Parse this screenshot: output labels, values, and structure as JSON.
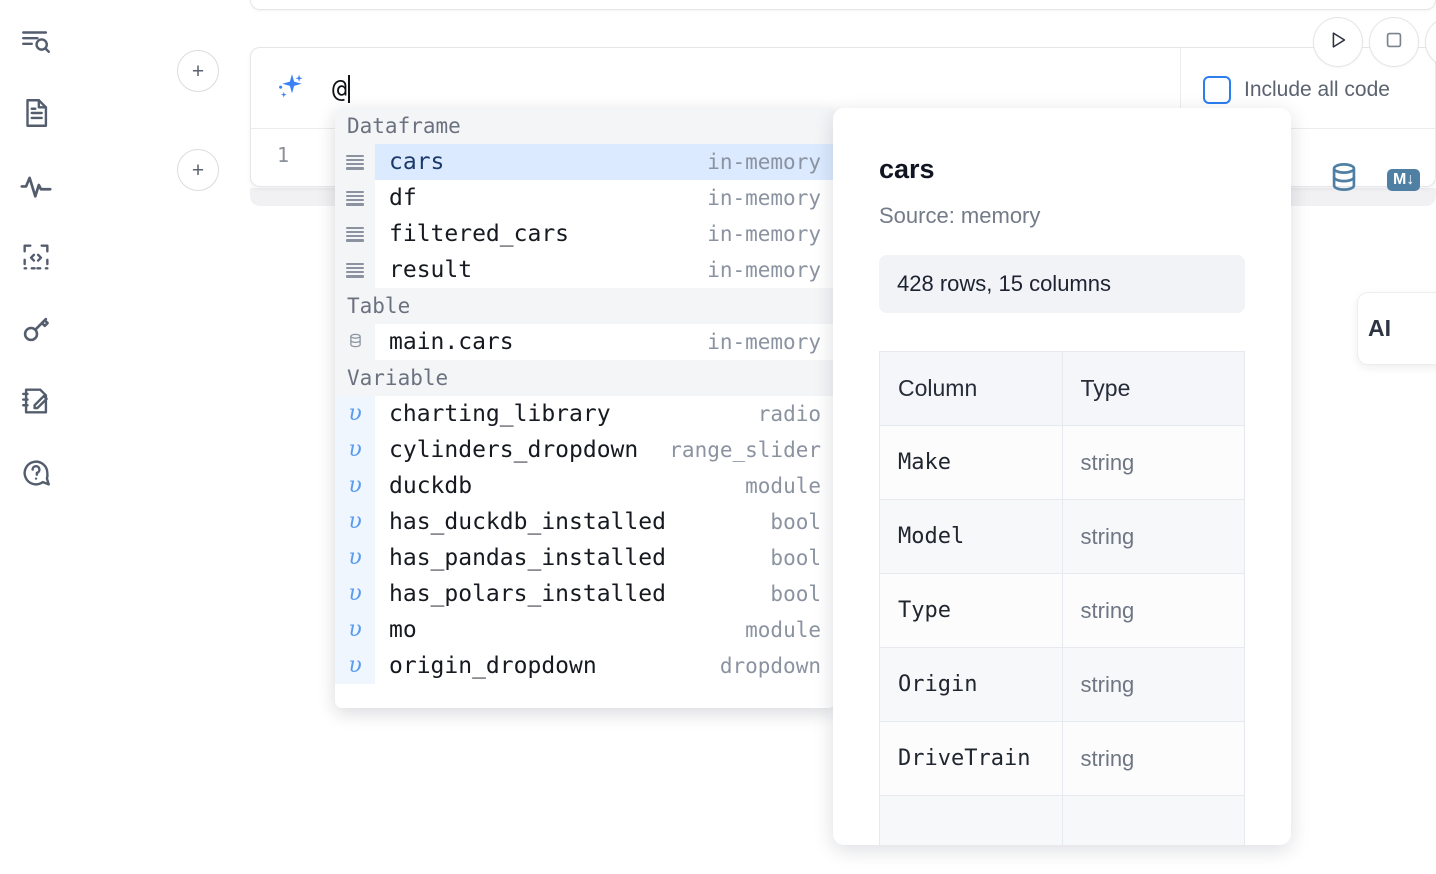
{
  "sidebar": {
    "items": [
      {
        "name": "search-outline-icon",
        "label": "Outline search"
      },
      {
        "name": "document-icon",
        "label": "Notebook file"
      },
      {
        "name": "activity-icon",
        "label": "Activity"
      },
      {
        "name": "code-snippet-icon",
        "label": "Snippets"
      },
      {
        "name": "key-icon",
        "label": "Secrets"
      },
      {
        "name": "scratchpad-icon",
        "label": "Scratchpad"
      },
      {
        "name": "help-chat-icon",
        "label": "Help"
      }
    ]
  },
  "toolbar": {
    "run_label": "Run",
    "stop_label": "Stop",
    "include_all_code_label": "Include all code",
    "include_all_code_checked": false
  },
  "ai_cell": {
    "input_value": "@",
    "line_number": "1",
    "sparkle_icon": "sparkle-icon",
    "tools": [
      {
        "name": "database-icon",
        "label": "SQL"
      },
      {
        "name": "markdown-icon",
        "label": "M↓"
      }
    ]
  },
  "ai_chip": {
    "label": "AI"
  },
  "autocomplete": {
    "groups": [
      {
        "header": "Dataframe",
        "icon": "dataframe-icon",
        "items": [
          {
            "name": "cars",
            "type": "in-memory",
            "selected": true
          },
          {
            "name": "df",
            "type": "in-memory",
            "selected": false
          },
          {
            "name": "filtered_cars",
            "type": "in-memory",
            "selected": false
          },
          {
            "name": "result",
            "type": "in-memory",
            "selected": false
          }
        ]
      },
      {
        "header": "Table",
        "icon": "table-icon",
        "items": [
          {
            "name": "main.cars",
            "type": "in-memory",
            "selected": false
          }
        ]
      },
      {
        "header": "Variable",
        "icon": "variable-icon",
        "items": [
          {
            "name": "charting_library",
            "type": "radio",
            "selected": false
          },
          {
            "name": "cylinders_dropdown",
            "type": "range_slider",
            "selected": false
          },
          {
            "name": "duckdb",
            "type": "module",
            "selected": false
          },
          {
            "name": "has_duckdb_installed",
            "type": "bool",
            "selected": false
          },
          {
            "name": "has_pandas_installed",
            "type": "bool",
            "selected": false
          },
          {
            "name": "has_polars_installed",
            "type": "bool",
            "selected": false
          },
          {
            "name": "mo",
            "type": "module",
            "selected": false
          },
          {
            "name": "origin_dropdown",
            "type": "dropdown",
            "selected": false
          }
        ]
      }
    ]
  },
  "detail": {
    "title": "cars",
    "source": "Source: memory",
    "shape": "428 rows, 15 columns",
    "table": {
      "headers": [
        "Column",
        "Type"
      ],
      "rows": [
        {
          "column": "Make",
          "type": "string"
        },
        {
          "column": "Model",
          "type": "string"
        },
        {
          "column": "Type",
          "type": "string"
        },
        {
          "column": "Origin",
          "type": "string"
        },
        {
          "column": "DriveTrain",
          "type": "string"
        }
      ]
    }
  },
  "colors": {
    "accent_blue": "#2a7ef0",
    "selection_blue": "#dbeafe",
    "icon_slate": "#4f80a4",
    "muted_text": "#8b93a1"
  }
}
